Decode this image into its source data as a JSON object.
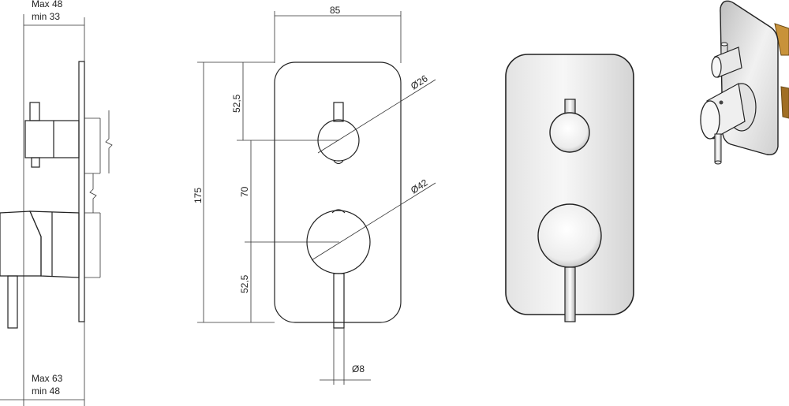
{
  "side_view": {
    "top_max": "Max 48",
    "top_min": "min 33",
    "bottom_max": "Max 63",
    "bottom_min": "min 48"
  },
  "front_view": {
    "width": "85",
    "height_total": "175",
    "top_offset": "52,5",
    "spacing": "70",
    "bottom_offset": "52,5",
    "small_knob_dia": "Ø26",
    "large_knob_dia": "Ø42",
    "lever_dia": "Ø8"
  },
  "colors": {
    "line": "#222222",
    "plate_shade": "#e6e6e6",
    "chrome": "#f2f2f2",
    "brass": "#c8923a"
  }
}
